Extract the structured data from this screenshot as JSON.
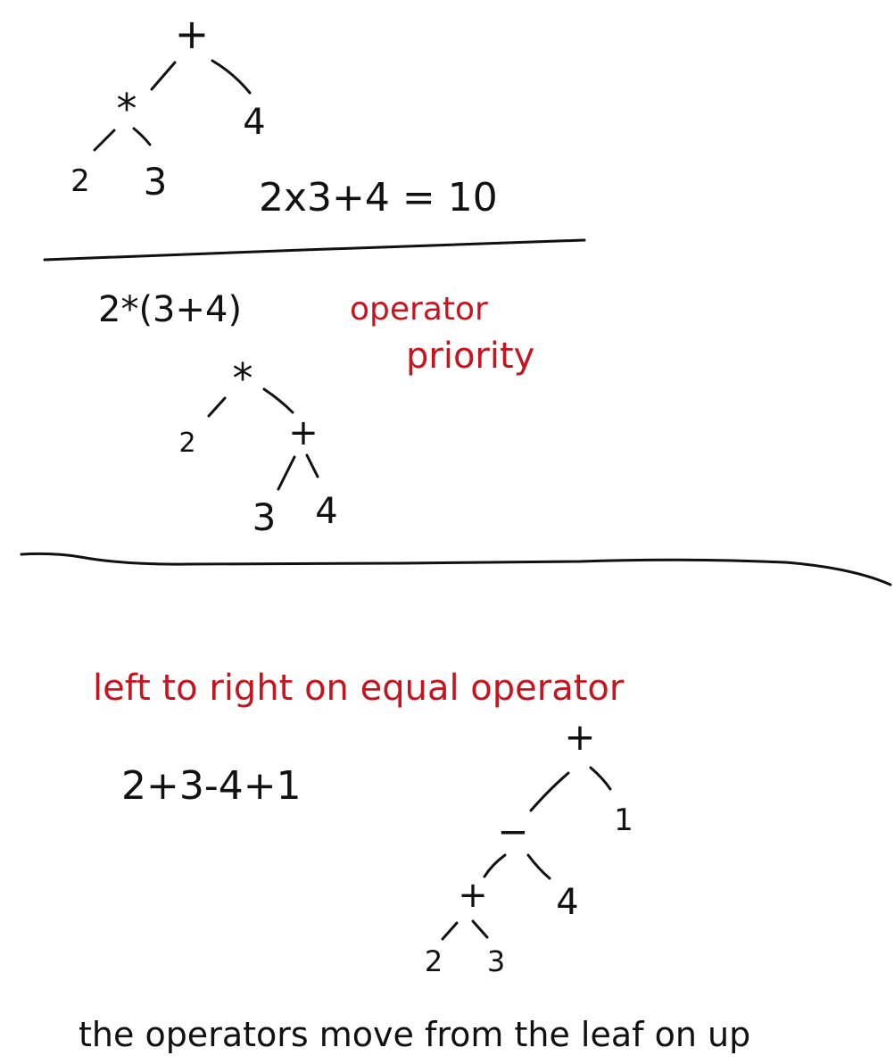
{
  "ink_colors": {
    "black": "#111111",
    "red": "#c8141e"
  },
  "section1": {
    "tree": {
      "root": "+",
      "left_op": "*",
      "right_leaf": "4",
      "left_left": "2",
      "left_right": "3"
    },
    "equation": "2x3+4 = 10"
  },
  "section2": {
    "expression": "2*(3+4)",
    "note_line1": "operator",
    "note_line2": "priority",
    "tree": {
      "root": "*",
      "left_leaf": "2",
      "right_op": "+",
      "right_left": "3",
      "right_right": "4"
    }
  },
  "section3": {
    "heading": "left to right on equal operator",
    "expression": "2+3-4+1",
    "tree": {
      "root": "+",
      "root_right": "1",
      "mid_op": "−",
      "mid_right": "4",
      "low_op": "+",
      "low_left": "2",
      "low_right": "3"
    },
    "footer": "the operators move from the leaf on up"
  }
}
